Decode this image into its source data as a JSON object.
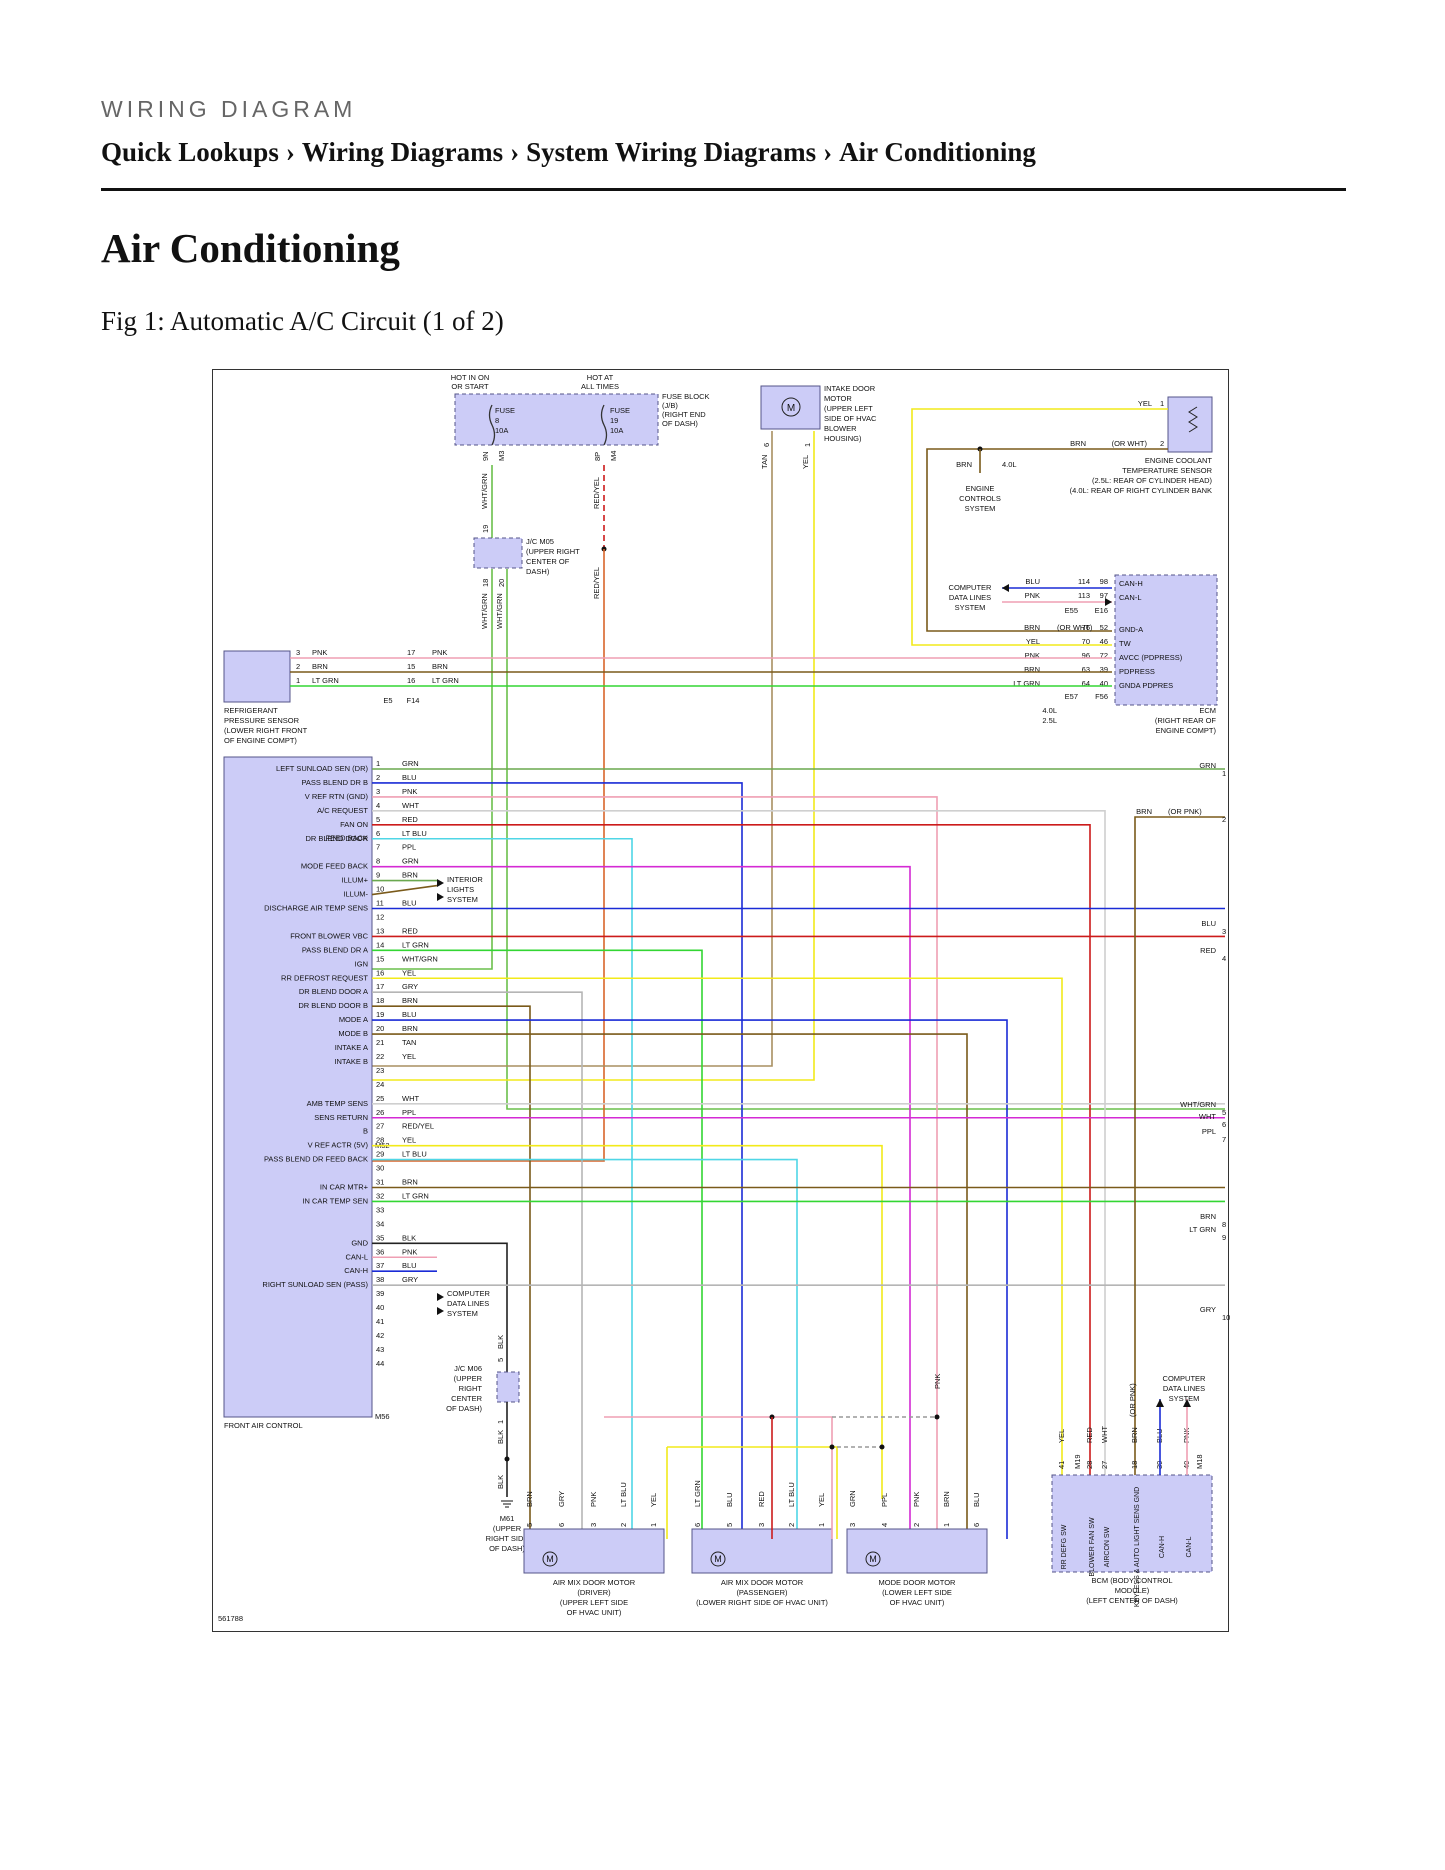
{
  "header": {
    "kicker": "WIRING DIAGRAM",
    "breadcrumb": [
      "Quick Lookups",
      "Wiring Diagrams",
      "System Wiring Diagrams",
      "Air Conditioning"
    ],
    "separator": "›"
  },
  "page_title": "Air Conditioning",
  "figure_caption": "Fig 1: Automatic A/C Circuit (1 of 2)",
  "diagram": {
    "figure_number": "561788",
    "fuse_block": {
      "hot_run": [
        "HOT IN ON",
        "OR START"
      ],
      "hot_always": [
        "HOT AT",
        "ALL TIMES"
      ],
      "fuse1": [
        "FUSE",
        "8",
        "10A"
      ],
      "fuse2": [
        "FUSE",
        "19",
        "10A"
      ],
      "label": [
        "FUSE BLOCK",
        "(J/B)",
        "(RIGHT END",
        "OF DASH)"
      ],
      "pins": [
        "9N",
        "M3",
        "8P",
        "M4"
      ]
    },
    "jc_m05": {
      "label": [
        "J/C M05",
        "(UPPER RIGHT",
        "CENTER OF",
        "DASH)"
      ],
      "pins": [
        "19",
        "18",
        "20"
      ]
    },
    "intake_motor": {
      "label": [
        "INTAKE DOOR",
        "MOTOR",
        "(UPPER LEFT",
        "SIDE OF HVAC",
        "BLOWER",
        "HOUSING)"
      ],
      "pins": [
        "6",
        "1"
      ],
      "wires": [
        "TAN",
        "YEL"
      ]
    },
    "coolant_sensor": {
      "label": [
        "ENGINE COOLANT",
        "TEMPERATURE SENSOR",
        "(2.5L: REAR OF CYLINDER HEAD)",
        "(4.0L: REAR OF RIGHT CYLINDER BANK"
      ],
      "wires": [
        "YEL",
        "BRN",
        "(OR WHT)"
      ],
      "pins": [
        "1",
        "2"
      ]
    },
    "engine_controls": {
      "label": [
        "ENGINE",
        "CONTROLS",
        "SYSTEM"
      ],
      "wire": "BRN",
      "variant": "4.0L"
    },
    "ecm": {
      "label": [
        "ECM",
        "(RIGHT REAR OF",
        "ENGINE COMPT)"
      ],
      "connectors": [
        "E55",
        "E16",
        "E57",
        "F56"
      ],
      "variants": [
        "4.0L",
        "2.5L"
      ],
      "data_lines_label": [
        "COMPUTER",
        "DATA LINES",
        "SYSTEM"
      ],
      "rows": [
        {
          "wire": "BLU",
          "p1": "114",
          "p2": "98",
          "sig": "CAN-H"
        },
        {
          "wire": "PNK",
          "p1": "113",
          "p2": "97",
          "sig": "CAN-L"
        },
        {
          "wire": "BRN",
          "alt": "(OR WHT)",
          "p1": "76",
          "p2": "52",
          "sig": "GND-A"
        },
        {
          "wire": "YEL",
          "p1": "70",
          "p2": "46",
          "sig": "TW"
        },
        {
          "wire": "PNK",
          "p1": "96",
          "p2": "72",
          "sig": "AVCC (PDPRESS)"
        },
        {
          "wire": "BRN",
          "p1": "63",
          "p2": "39",
          "sig": "PDPRESS"
        },
        {
          "wire": "LT GRN",
          "p1": "64",
          "p2": "40",
          "sig": "GNDA PDPRES"
        }
      ]
    },
    "refrigerant_sensor": {
      "label": [
        "REFRIGERANT",
        "PRESSURE SENSOR",
        "(LOWER RIGHT FRONT",
        "OF ENGINE COMPT)"
      ],
      "connectors": [
        "E5",
        "F14"
      ],
      "rows": [
        {
          "p1": "3",
          "wire": "PNK",
          "p2": "17",
          "wire2": "PNK"
        },
        {
          "p1": "2",
          "wire": "BRN",
          "p2": "15",
          "wire2": "BRN"
        },
        {
          "p1": "1",
          "wire": "LT GRN",
          "p2": "16",
          "wire2": "LT GRN"
        }
      ]
    },
    "front_air_control": {
      "label": "FRONT AIR CONTROL",
      "connectors": [
        "M52",
        "M56"
      ],
      "pins": [
        {
          "n": "1",
          "wire": "GRN",
          "sig": "LEFT SUNLOAD SEN (DR)"
        },
        {
          "n": "2",
          "wire": "BLU",
          "sig": "PASS BLEND DR B"
        },
        {
          "n": "3",
          "wire": "PNK",
          "sig": "V REF RTN (GND)"
        },
        {
          "n": "4",
          "wire": "WHT",
          "sig": "A/C REQUEST"
        },
        {
          "n": "5",
          "wire": "RED",
          "sig": "FAN ON"
        },
        {
          "n": "6",
          "wire": "LT BLU",
          "sig": "DR BLEND DOOR"
        },
        {
          "n": "7",
          "wire": "PPL",
          "sig": "FEED BACK"
        },
        {
          "n": "8",
          "wire": "GRN",
          "sig": "MODE FEED BACK"
        },
        {
          "n": "9",
          "wire": "BRN",
          "sig": "ILLUM+"
        },
        {
          "n": "10",
          "wire": "",
          "sig": "ILLUM-"
        },
        {
          "n": "11",
          "wire": "BLU",
          "sig": "DISCHARGE AIR TEMP SENS"
        },
        {
          "n": "12",
          "wire": "",
          "sig": ""
        },
        {
          "n": "13",
          "wire": "RED",
          "sig": "FRONT BLOWER VBC"
        },
        {
          "n": "14",
          "wire": "LT GRN",
          "sig": "PASS BLEND DR A"
        },
        {
          "n": "15",
          "wire": "WHT/GRN",
          "sig": "IGN"
        },
        {
          "n": "16",
          "wire": "YEL",
          "sig": "RR DEFROST REQUEST"
        },
        {
          "n": "17",
          "wire": "GRY",
          "sig": "DR BLEND DOOR A"
        },
        {
          "n": "18",
          "wire": "BRN",
          "sig": "DR BLEND DOOR B"
        },
        {
          "n": "19",
          "wire": "BLU",
          "sig": "MODE A"
        },
        {
          "n": "20",
          "wire": "BRN",
          "sig": "MODE B"
        },
        {
          "n": "21",
          "wire": "TAN",
          "sig": "INTAKE A"
        },
        {
          "n": "22",
          "wire": "YEL",
          "sig": "INTAKE B"
        },
        {
          "n": "23",
          "wire": "",
          "sig": ""
        },
        {
          "n": "24",
          "wire": "",
          "sig": ""
        },
        {
          "n": "25",
          "wire": "WHT",
          "sig": "AMB TEMP SENS"
        },
        {
          "n": "26",
          "wire": "PPL",
          "sig": "SENS RETURN"
        },
        {
          "n": "27",
          "wire": "RED/YEL",
          "sig": "B"
        },
        {
          "n": "28",
          "wire": "YEL",
          "sig": "V REF ACTR (5V)"
        },
        {
          "n": "29",
          "wire": "LT BLU",
          "sig": "PASS BLEND DR FEED BACK"
        },
        {
          "n": "30",
          "wire": "",
          "sig": ""
        },
        {
          "n": "31",
          "wire": "BRN",
          "sig": "IN CAR MTR+"
        },
        {
          "n": "32",
          "wire": "LT GRN",
          "sig": "IN CAR TEMP SEN"
        },
        {
          "n": "33",
          "wire": "",
          "sig": ""
        },
        {
          "n": "34",
          "wire": "",
          "sig": ""
        },
        {
          "n": "35",
          "wire": "BLK",
          "sig": "GND"
        },
        {
          "n": "36",
          "wire": "PNK",
          "sig": "CAN-L"
        },
        {
          "n": "37",
          "wire": "BLU",
          "sig": "CAN-H"
        },
        {
          "n": "38",
          "wire": "GRY",
          "sig": "RIGHT SUNLOAD SEN (PASS)"
        },
        {
          "n": "39",
          "wire": "",
          "sig": ""
        },
        {
          "n": "40",
          "wire": "",
          "sig": ""
        },
        {
          "n": "41",
          "wire": "",
          "sig": ""
        },
        {
          "n": "42",
          "wire": "",
          "sig": ""
        },
        {
          "n": "43",
          "wire": "",
          "sig": ""
        },
        {
          "n": "44",
          "wire": "",
          "sig": ""
        }
      ]
    },
    "interior_lights_label": [
      "INTERIOR",
      "LIGHTS",
      "SYSTEM"
    ],
    "data_lines_label": [
      "COMPUTER",
      "DATA LINES",
      "SYSTEM"
    ],
    "right_refs": [
      {
        "wire": "GRN",
        "n": "1"
      },
      {
        "wire": "BRN",
        "alt": "(OR PNK)",
        "n": "2"
      },
      {
        "wire": "BLU",
        "n": "3"
      },
      {
        "wire": "RED",
        "n": "4"
      },
      {
        "wire": "WHT/GRN",
        "n": "5"
      },
      {
        "wire": "WHT",
        "n": "6"
      },
      {
        "wire": "PPL",
        "n": "7"
      },
      {
        "wire": "BRN",
        "n": "8"
      },
      {
        "wire": "LT GRN",
        "n": "9"
      },
      {
        "wire": "GRY",
        "n": "10"
      }
    ],
    "jc_m06": {
      "label": [
        "J/C M06",
        "(UPPER",
        "RIGHT",
        "CENTER",
        "OF DASH)"
      ],
      "wire": "BLK",
      "pins": [
        "5",
        "1"
      ]
    },
    "ground_m61": {
      "label": [
        "M61",
        "(UPPER",
        "RIGHT SIDE",
        "OF DASH)"
      ],
      "wire": "BLK"
    },
    "vertical_pnk_label": "PNK",
    "motors": [
      {
        "label": [
          "AIR MIX DOOR MOTOR",
          "(DRIVER)",
          "(UPPER LEFT SIDE",
          "OF HVAC UNIT)"
        ],
        "pins": [
          "5",
          "6",
          "3",
          "2",
          "1"
        ],
        "wires": [
          "BRN",
          "GRY",
          "PNK",
          "LT BLU",
          "YEL"
        ]
      },
      {
        "label": [
          "AIR MIX DOOR MOTOR",
          "(PASSENGER)",
          "(LOWER RIGHT SIDE OF HVAC UNIT)"
        ],
        "pins": [
          "6",
          "5",
          "3",
          "2",
          "1"
        ],
        "wires": [
          "LT GRN",
          "BLU",
          "RED",
          "LT BLU",
          "YEL"
        ]
      },
      {
        "label": [
          "MODE DOOR MOTOR",
          "(LOWER LEFT SIDE",
          "OF HVAC UNIT)"
        ],
        "pins": [
          "3",
          "4",
          "2",
          "1",
          "6"
        ],
        "wires": [
          "GRN",
          "PPL",
          "PNK",
          "BRN",
          "BLU"
        ]
      }
    ],
    "bcm": {
      "label": [
        "BCM (BODY CONTROL",
        "MODULE)",
        "(LEFT CENTER OF DASH)"
      ],
      "connectors": [
        "M19",
        "M18"
      ],
      "data_lines_label": [
        "COMPUTER",
        "DATA LINES",
        "SYSTEM"
      ],
      "pins": [
        {
          "n": "41",
          "wire": "YEL",
          "sig": "RR DEFG SW"
        },
        {
          "n": "28",
          "wire": "RED",
          "sig": "BLOWER FAN SW"
        },
        {
          "n": "27",
          "wire": "WHT",
          "sig": "AIRCON SW"
        },
        {
          "n": "18",
          "wire": "BRN",
          "alt": "(OR PNK)",
          "sig": "KEYLESS & AUTO LIGHT SENS GND"
        },
        {
          "n": "39",
          "wire": "BLU",
          "sig": "CAN-H"
        },
        {
          "n": "40",
          "wire": "PNK",
          "sig": "CAN-L"
        }
      ]
    },
    "colors": {
      "GRN": "#6aa84f",
      "BLU": "#1a2bd6",
      "PNK": "#ef9fb3",
      "WHT": "#cfcfcf",
      "RED": "#cc1b1b",
      "LT BLU": "#4fd6e6",
      "PPL": "#d42ad4",
      "BRN": "#7a5a1a",
      "LT GRN": "#33d633",
      "WHT/GRN": "#6abf4b",
      "YEL": "#f2ea1a",
      "GRY": "#b5b5b5",
      "TAN": "#a88f60",
      "RED/YEL": "#d9652b",
      "BLK": "#222222",
      "component_fill": "#ccccf7",
      "component_stroke": "#555588"
    }
  }
}
